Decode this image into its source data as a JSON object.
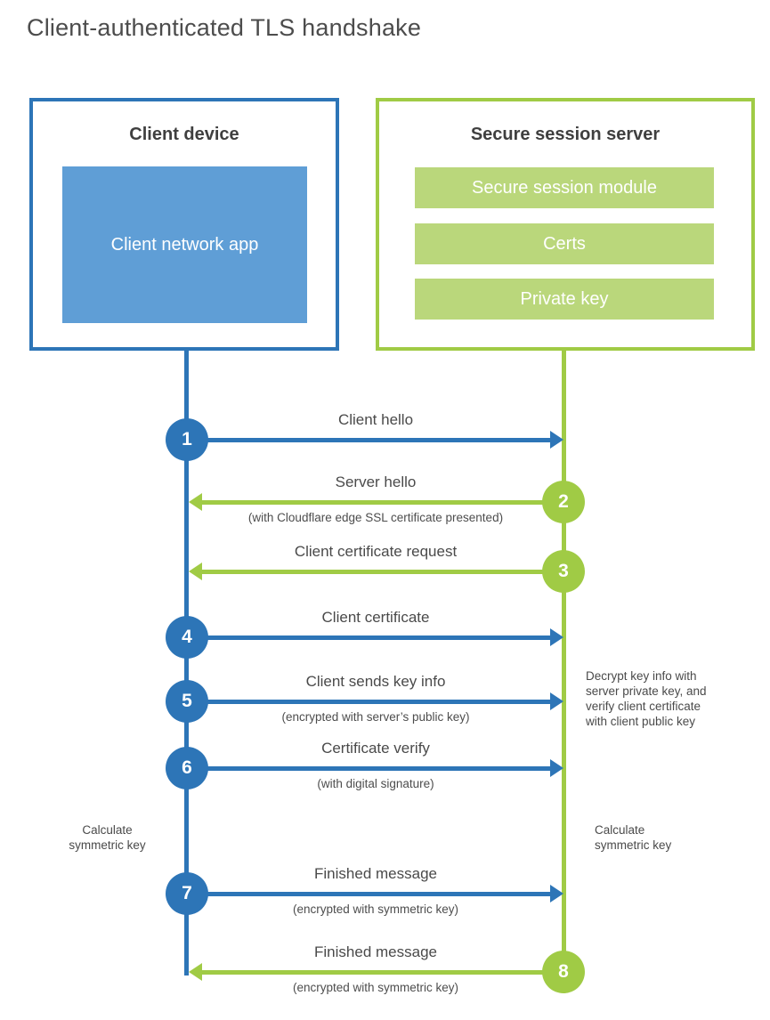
{
  "page": {
    "title": "Client-authenticated TLS handshake"
  },
  "colors": {
    "blue": "#2d75b7",
    "blue_light": "#5f9ed6",
    "green": "#a0cb45",
    "green_light": "#bad77b",
    "heading_text": "#3f3f3f",
    "label_text": "#4a4a4a"
  },
  "client_box": {
    "title": "Client device",
    "app_label": "Client network app"
  },
  "server_box": {
    "title": "Secure session server",
    "modules": [
      "Secure session module",
      "Certs",
      "Private key"
    ]
  },
  "steps": [
    {
      "number": "1",
      "from": "client",
      "direction": "to-server",
      "label": "Client hello",
      "sublabel": ""
    },
    {
      "number": "2",
      "from": "server",
      "direction": "to-client",
      "label": "Server hello",
      "sublabel": "(with Cloudflare edge SSL certificate presented)"
    },
    {
      "number": "3",
      "from": "server",
      "direction": "to-client",
      "label": "Client certificate request",
      "sublabel": ""
    },
    {
      "number": "4",
      "from": "client",
      "direction": "to-server",
      "label": "Client certificate",
      "sublabel": ""
    },
    {
      "number": "5",
      "from": "client",
      "direction": "to-server",
      "label": "Client sends key info",
      "sublabel": "(encrypted with server’s public key)"
    },
    {
      "number": "6",
      "from": "client",
      "direction": "to-server",
      "label": "Certificate verify",
      "sublabel": "(with digital signature)"
    },
    {
      "number": "7",
      "from": "client",
      "direction": "to-server",
      "label": "Finished message",
      "sublabel": "(encrypted with symmetric key)"
    },
    {
      "number": "8",
      "from": "server",
      "direction": "to-client",
      "label": "Finished message",
      "sublabel": "(encrypted with symmetric key)"
    }
  ],
  "notes": {
    "decrypt_lines": [
      "Decrypt key info with",
      "server private key, and",
      "verify client certificate",
      "with client public key"
    ],
    "calc_left_lines": [
      "Calculate",
      "symmetric key"
    ],
    "calc_right_lines": [
      "Calculate",
      "symmetric key"
    ]
  }
}
